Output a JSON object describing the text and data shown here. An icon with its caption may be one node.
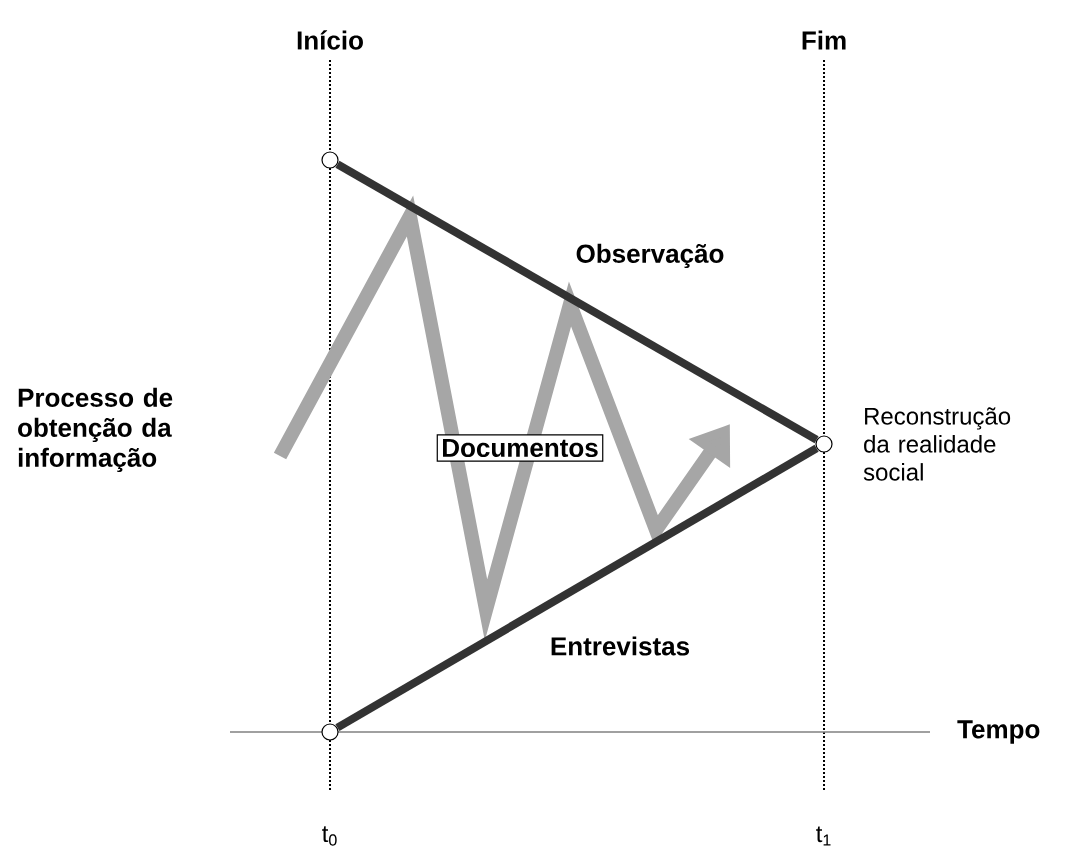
{
  "diagram": {
    "nodes": [
      {
        "text": [],
        "shape": "circle"
      },
      {
        "text": [],
        "shape": "circle"
      },
      {
        "text": [],
        "shape": "circle",
        "beside": [
          "Reconstrução da realidade social"
        ]
      },
      {
        "text": [
          "Documentos"
        ]
      }
    ],
    "edges": [
      {
        "from": 0,
        "to": 2,
        "arrow": "none"
      },
      {
        "from": 1,
        "to": 2,
        "arrow": "none"
      }
    ],
    "labels": [
      "Início",
      "Fim",
      "Observação",
      "Processo de obtenção da informação",
      "Entrevistas",
      "Tempo",
      "t$_{0}$",
      "t$_{1}$"
    ]
  }
}
